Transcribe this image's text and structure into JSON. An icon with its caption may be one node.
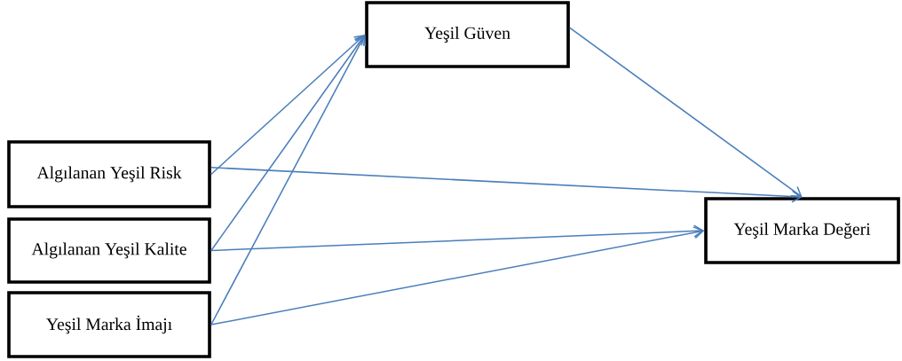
{
  "diagram": {
    "nodes": [
      {
        "text": [
          "Yeşil Güven"
        ]
      },
      {
        "text": [
          "Algılanan Yeşil Risk"
        ]
      },
      {
        "text": [
          "Algılanan Yeşil Kalite"
        ]
      },
      {
        "text": [
          "Yeşil Marka İmajı"
        ]
      },
      {
        "text": [
          "Yeşil Marka Değeri"
        ]
      }
    ],
    "edges": [
      {
        "from": 1,
        "to": 0,
        "arrow": "to"
      },
      {
        "from": 2,
        "to": 0,
        "arrow": "to"
      },
      {
        "from": 3,
        "to": 0,
        "arrow": "to"
      },
      {
        "from": 1,
        "to": 4,
        "arrow": "to"
      },
      {
        "from": 2,
        "to": 4,
        "arrow": "to"
      },
      {
        "from": 3,
        "to": 4,
        "arrow": "to"
      },
      {
        "from": 0,
        "to": 4,
        "arrow": "to"
      }
    ]
  }
}
